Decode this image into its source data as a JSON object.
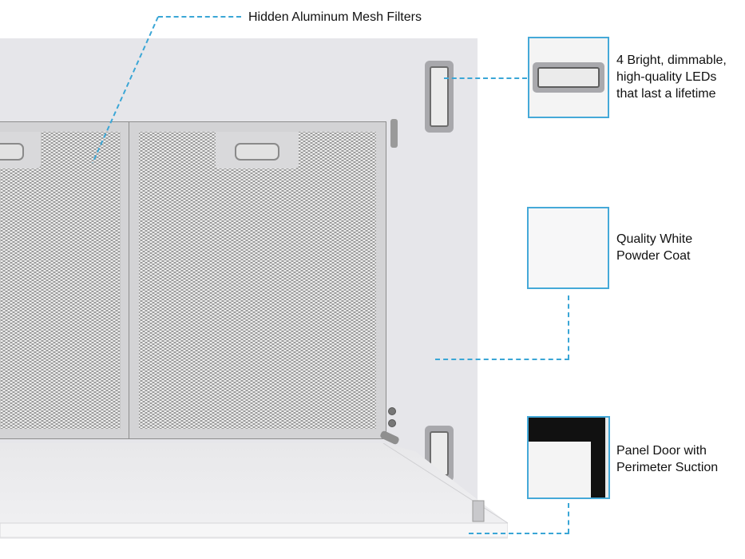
{
  "callouts": {
    "filters": {
      "label": "Hidden Aluminum Mesh Filters"
    },
    "leds": {
      "line1": "4 Bright, dimmable,",
      "line2": "high-quality LEDs",
      "line3": "that last a lifetime"
    },
    "coat": {
      "line1": "Quality White",
      "line2": "Powder Coat"
    },
    "panel": {
      "line1": "Panel Door with",
      "line2": "Perimeter Suction"
    }
  },
  "colors": {
    "accent_line": "#3aa6d6",
    "hood_body": "#e6e6ea",
    "callout_border": "#45a9d8"
  }
}
